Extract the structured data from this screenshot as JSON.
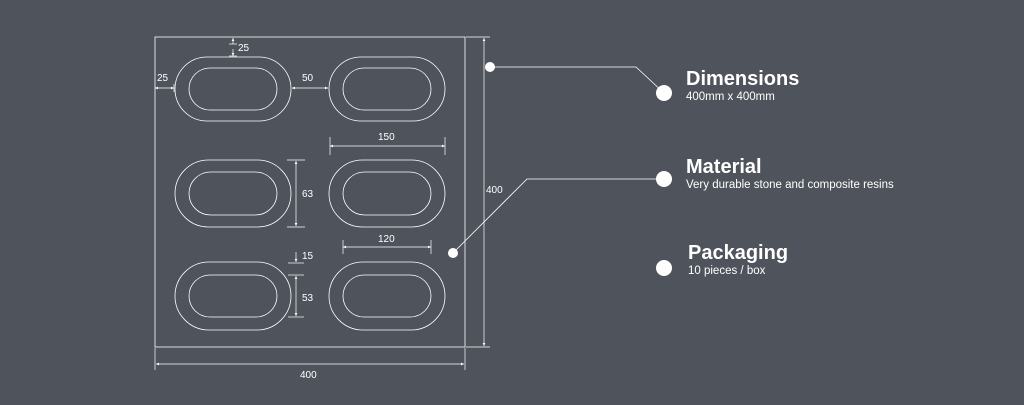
{
  "drawing": {
    "dimensions": {
      "top_margin": "25",
      "left_margin": "25",
      "gap": "50",
      "outer_length": "150",
      "outer_height": "63",
      "inner_length": "120",
      "rim_width": "15",
      "inner_height": "53",
      "board_height": "400",
      "board_width": "400"
    }
  },
  "specs": [
    {
      "title": "Dimensions",
      "value": "400mm x 400mm"
    },
    {
      "title": "Material",
      "value": "Very durable stone and composite resins"
    },
    {
      "title": "Packaging",
      "value": "10 pieces / box"
    }
  ],
  "colors": {
    "background": "#4f535b",
    "lines": "#ffffff"
  }
}
